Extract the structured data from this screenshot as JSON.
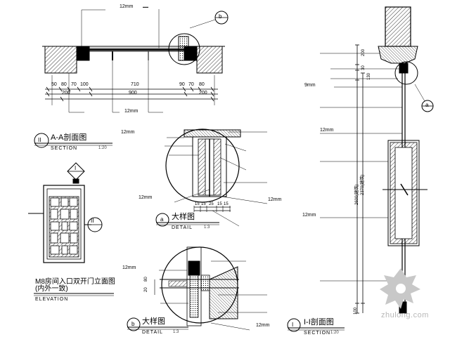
{
  "top_plan": {
    "glass_label": "12mm",
    "glass_label_bottom": "12mm",
    "dimensions_top": [
      "50",
      "80",
      "70",
      "100",
      "710",
      "90",
      "70",
      "80"
    ],
    "dimensions_sides": [
      "200",
      "200"
    ],
    "dimension_total": "900",
    "detail_b_bubble": "b"
  },
  "section_ii": {
    "marker": "II",
    "title": "A-A剖面图",
    "subtitle": "SECTION",
    "scale": "1:20"
  },
  "detail_a": {
    "label_top": "12mm",
    "label_left": "12mm",
    "label_right": "12mm",
    "dims": [
      "15",
      "15",
      "25",
      "15",
      "15"
    ],
    "marker": "a",
    "title": "大样图",
    "subtitle": "DETAIL",
    "scale": "1:3"
  },
  "elevation": {
    "marker_top": "I",
    "marker_right": "II",
    "title": "M8房间入口双开门立面图",
    "title2": "(内外一致)",
    "subtitle": "ELEVATION"
  },
  "detail_b": {
    "label": "12mm",
    "label_bottom": "12mm",
    "dims": [
      "80",
      "20"
    ],
    "marker": "b",
    "title": "大样图",
    "subtitle": "DETAIL",
    "scale": "1:3"
  },
  "section_i": {
    "label_glass": "9mm",
    "label_mid": "12mm",
    "label_low": "12mm",
    "dims_top": [
      "200",
      "30",
      "130"
    ],
    "dim_total": "2600(建筑)",
    "dim_inner": "2370(建筑)",
    "dim_bottom": "100",
    "bubble": "a",
    "marker": "I",
    "title": "I-I剖面图",
    "subtitle": "SECTION",
    "scale": "1:20"
  },
  "watermark": "zhulong.com"
}
